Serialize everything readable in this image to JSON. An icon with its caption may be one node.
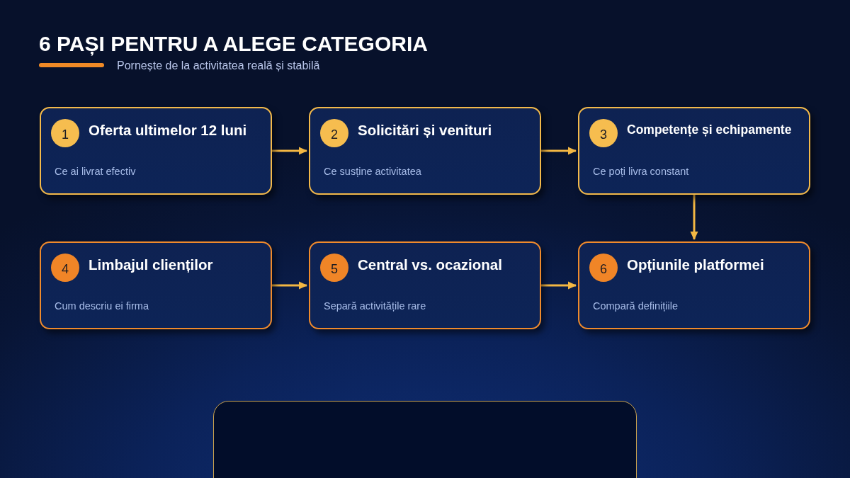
{
  "diagram": {
    "title": "6 PAȘI PENTRU A ALEGE CATEGORIA",
    "nodes": [
      {
        "text": [
          "Oferta ultimelor 12 luni",
          "Ce ai livrat efectiv"
        ]
      },
      {
        "text": [
          "1"
        ],
        "in": 0
      },
      {
        "text": [
          "Solicitări și venituri",
          "Ce susține activitatea"
        ]
      },
      {
        "text": [
          "2"
        ],
        "in": 2
      },
      {
        "text": [
          "Competențe și echipamente",
          "Ce poți livra constant"
        ]
      },
      {
        "text": [
          "3"
        ],
        "in": 4
      },
      {
        "text": [
          "Limbajul clienților",
          "Cum descriu ei firma"
        ]
      },
      {
        "text": [
          "4"
        ],
        "in": 6
      },
      {
        "text": [
          "Central vs. ocazional",
          "Separă activitățile rare"
        ]
      },
      {
        "text": [
          "5"
        ],
        "in": 8
      },
      {
        "text": [
          "Opțiunile platformei",
          "Compară definițiile"
        ]
      },
      {
        "text": [
          "6"
        ],
        "in": 10
      }
    ],
    "edges": [
      {
        "from": 0,
        "to": 2,
        "arrow": "to"
      },
      {
        "from": 2,
        "to": 4,
        "arrow": "to"
      },
      {
        "from": 4,
        "to": 10,
        "arrow": "to"
      },
      {
        "from": 6,
        "to": 8,
        "arrow": "to"
      },
      {
        "from": 8,
        "to": 10,
        "arrow": "to"
      }
    ],
    "labels": [
      "Pornește de la activitatea reală și stabilă"
    ]
  }
}
